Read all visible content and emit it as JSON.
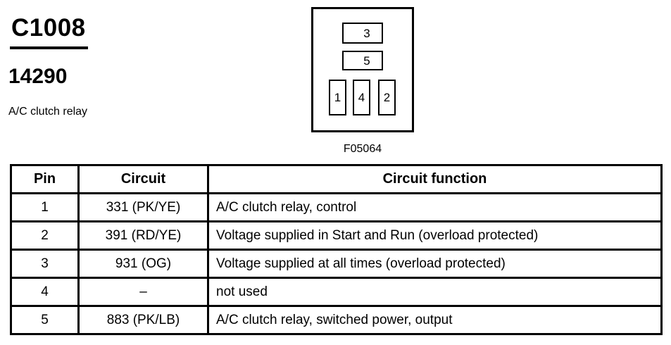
{
  "header": {
    "connector_id": "C1008",
    "part_number": "14290",
    "description": "A/C clutch relay"
  },
  "figure": {
    "label": "F05064",
    "pin_labels": [
      "3",
      "5",
      "1",
      "4",
      "2"
    ]
  },
  "table": {
    "headers": [
      "Pin",
      "Circuit",
      "Circuit function"
    ],
    "rows": [
      [
        "1",
        "331 (PK/YE)",
        "A/C clutch relay, control"
      ],
      [
        "2",
        "391 (RD/YE)",
        "Voltage supplied in Start and Run (overload protected)"
      ],
      [
        "3",
        "931 (OG)",
        "Voltage supplied at all times (overload protected)"
      ],
      [
        "4",
        "–",
        "not used"
      ],
      [
        "5",
        "883 (PK/LB)",
        "A/C clutch relay, switched power, output"
      ]
    ]
  },
  "colors": {
    "ink": "#000000",
    "background": "#ffffff"
  }
}
